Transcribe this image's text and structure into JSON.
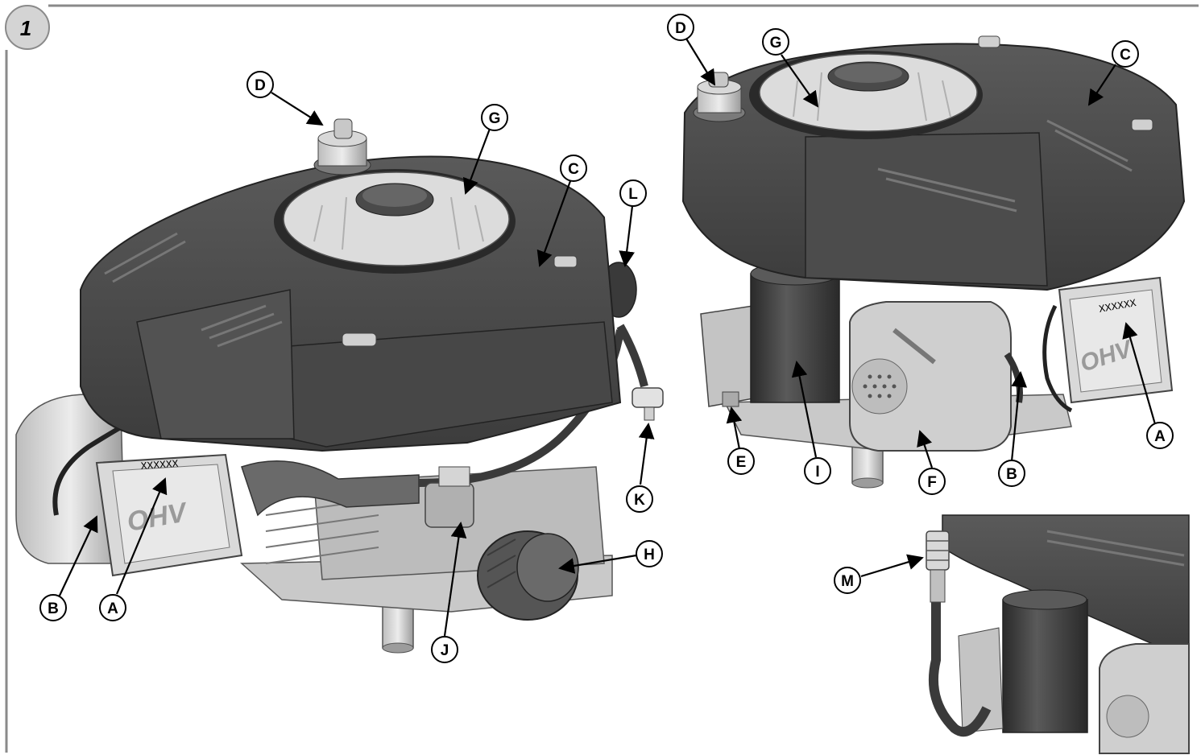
{
  "figure": {
    "number": "1"
  },
  "serial_text": "XXXXXX",
  "ohv_text": "OHV",
  "callouts": {
    "left_engine": {
      "D": "D",
      "G": "G",
      "C": "C",
      "L": "L",
      "K": "K",
      "H": "H",
      "J": "J",
      "A": "A",
      "B": "B"
    },
    "right_engine": {
      "D": "D",
      "G": "G",
      "C": "C",
      "A": "A",
      "B": "B",
      "F": "F",
      "I": "I",
      "E": "E"
    },
    "inset": {
      "M": "M"
    }
  },
  "colors": {
    "shroud_dark": "#4a4a4a",
    "shroud_mid": "#6b6b6b",
    "metal_light": "#d9d9d9",
    "metal_mid": "#a8a8a8",
    "metal_dark": "#333333",
    "label_gray": "#c8c8c8",
    "frame_gray": "#8a8a8a"
  }
}
